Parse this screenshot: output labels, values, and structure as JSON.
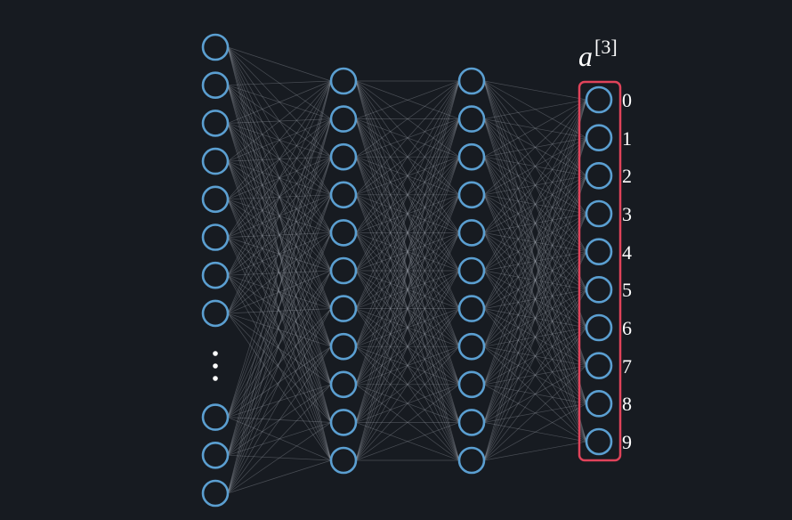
{
  "layer_label": {
    "base": "a",
    "superscript": "[3]"
  },
  "colors": {
    "background": "#171b21",
    "neuron": "#5b9fd1",
    "connection": "#9aa0a8",
    "highlight": "#e0435a",
    "text": "#ffffff"
  },
  "network": {
    "layers": [
      {
        "name": "input",
        "neurons_before_ellipsis": 8,
        "neurons_after_ellipsis": 3,
        "ellipsis": "vertical-ellipsis"
      },
      {
        "name": "hidden-1",
        "neurons": 11
      },
      {
        "name": "hidden-2",
        "neurons": 11
      },
      {
        "name": "output",
        "neurons": 10,
        "highlighted": true
      }
    ]
  },
  "output_labels": [
    "0",
    "1",
    "2",
    "3",
    "4",
    "5",
    "6",
    "7",
    "8",
    "9"
  ]
}
